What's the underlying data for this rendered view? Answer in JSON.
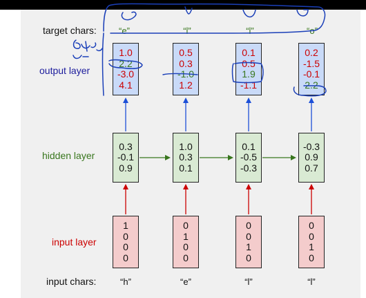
{
  "labels": {
    "target_chars": "target chars:",
    "output_layer": "output layer",
    "hidden_layer": "hidden layer",
    "input_layer": "input layer",
    "input_chars": "input chars:"
  },
  "columns": [
    {
      "target": "“e”",
      "output": [
        "1.0",
        "2.2",
        "-3.0",
        "4.1"
      ],
      "hidden": [
        "0.3",
        "-0.1",
        "0.9"
      ],
      "input": [
        "1",
        "0",
        "0",
        "0"
      ],
      "input_char": "“h”"
    },
    {
      "target": "“l”",
      "output": [
        "0.5",
        "0.3",
        "-1.0",
        "1.2"
      ],
      "hidden": [
        "1.0",
        "0.3",
        "0.1"
      ],
      "input": [
        "0",
        "1",
        "0",
        "0"
      ],
      "input_char": "“e”"
    },
    {
      "target": "“l”",
      "output": [
        "0.1",
        "0.5",
        "1.9",
        "-1.1"
      ],
      "hidden": [
        "0.1",
        "-0.5",
        "-0.3"
      ],
      "input": [
        "0",
        "0",
        "1",
        "0"
      ],
      "input_char": "“l”"
    },
    {
      "target": "“o”",
      "output": [
        "0.2",
        "-1.5",
        "-0.1",
        "2.2"
      ],
      "hidden": [
        "-0.3",
        "0.9",
        "0.7"
      ],
      "input": [
        "0",
        "0",
        "1",
        "0"
      ],
      "input_char": "“l”"
    }
  ],
  "colors": {
    "output_fill": "#c9daf8",
    "hidden_fill": "#d9ead3",
    "input_fill": "#f4cccc",
    "output_label": "#1c1c9c",
    "hidden_label": "#38761d",
    "input_label": "#cc0000",
    "target_char": "#38761d",
    "output_value": "#cc0000",
    "output_correct_value": "#38761d",
    "ink": "#1a3fb8"
  },
  "correct_output_index": [
    1,
    2,
    2,
    3
  ]
}
